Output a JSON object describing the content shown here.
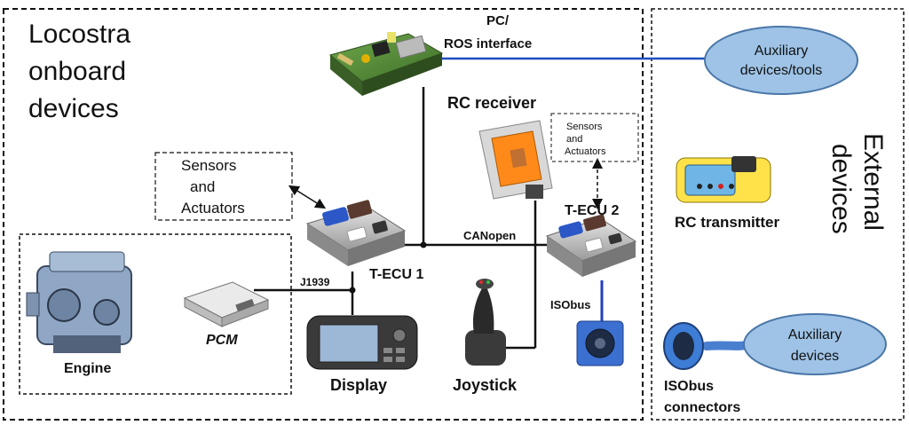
{
  "onboard": {
    "title_lines": [
      "Locostra",
      "onboard",
      "devices"
    ]
  },
  "external": {
    "title_lines": [
      "External",
      "devices"
    ]
  },
  "devices": {
    "pc": {
      "line1": "PC/",
      "line2": "ROS interface"
    },
    "rc_receiver": "RC receiver",
    "sensors_left": [
      "Sensors",
      "and",
      "Actuators"
    ],
    "sensors_right": [
      "Sensors",
      "and",
      "Actuators"
    ],
    "tecu1": "T-ECU 1",
    "tecu2": "T-ECU 2",
    "engine": "Engine",
    "pcm": "PCM",
    "display": "Display",
    "joystick": "Joystick",
    "rc_transmitter": "RC transmitter",
    "isobus_connectors": [
      "ISObus",
      "connectors"
    ],
    "aux_tools": [
      "Auxiliary",
      "devices/tools"
    ],
    "aux_devices": [
      "Auxiliary",
      "devices"
    ]
  },
  "buses": {
    "canopen": "CANopen",
    "j1939": "J1939",
    "isobus": "ISObus"
  },
  "colors": {
    "canopen": "#33aa33",
    "j1939": "#33aa33",
    "isobus": "#1f3fbf",
    "pc_link": "#1f4fbf",
    "ellipse_fill": "#9ec3e6",
    "ellipse_stroke": "#4a76a8"
  }
}
